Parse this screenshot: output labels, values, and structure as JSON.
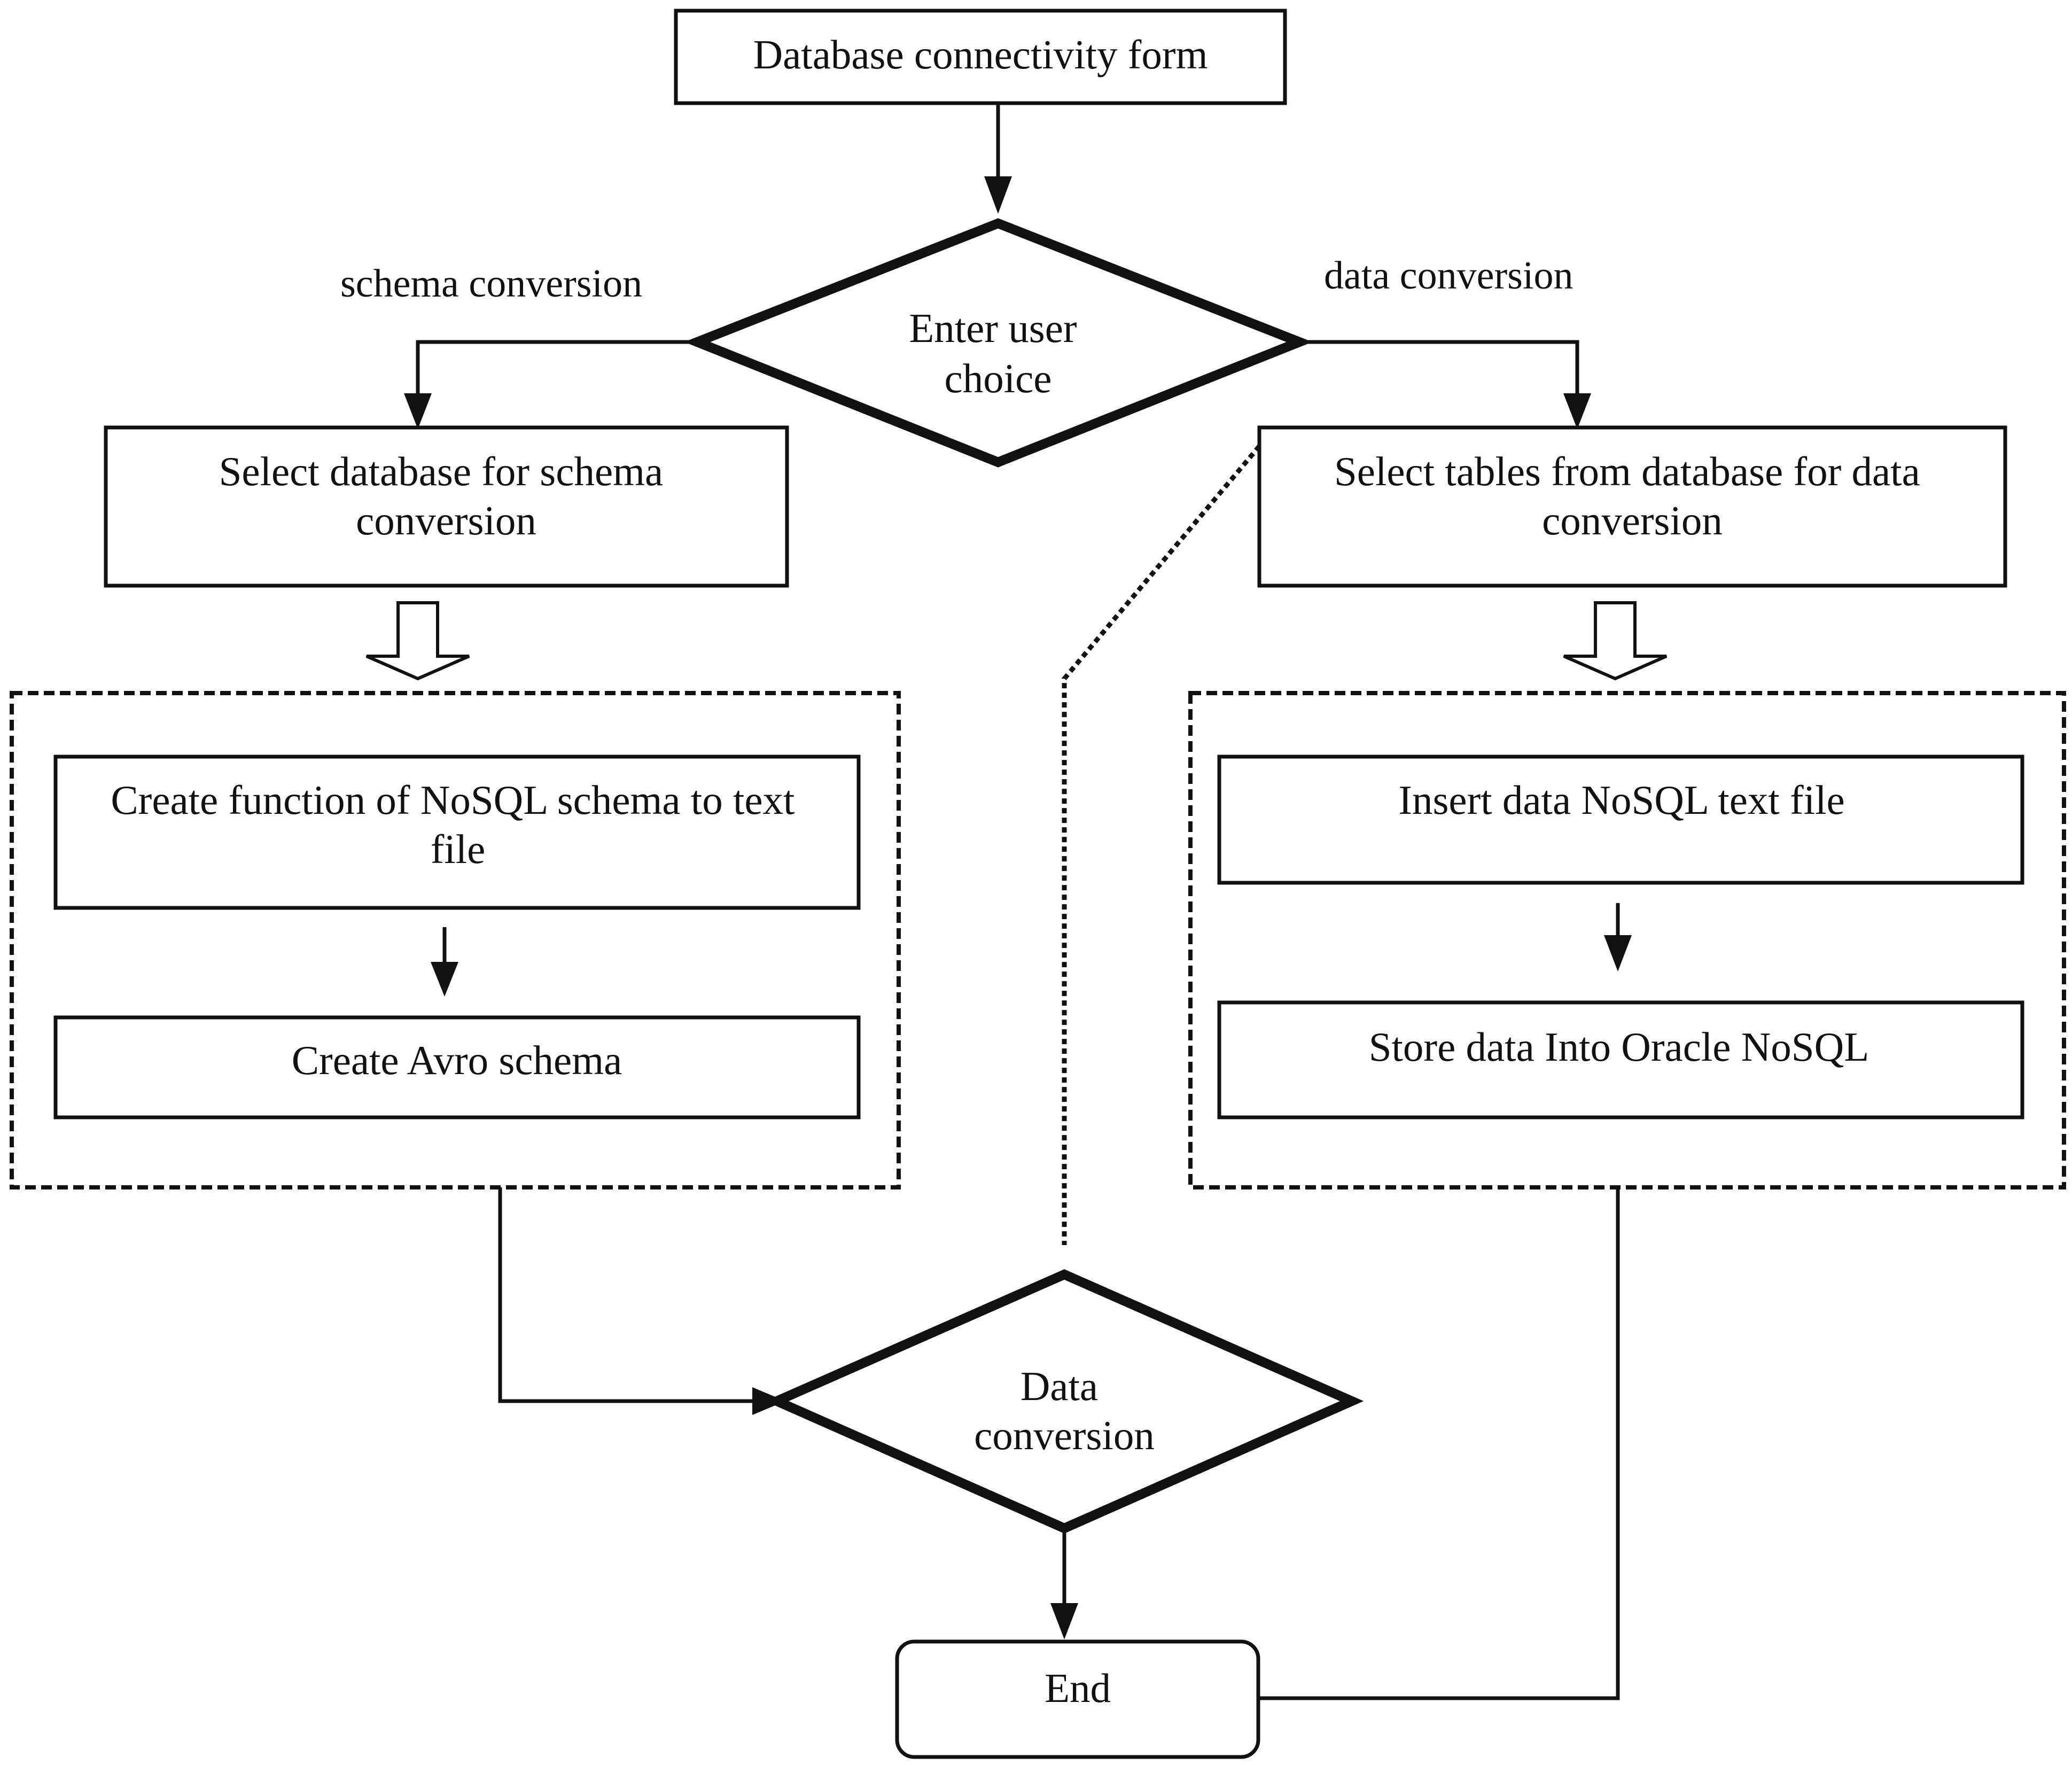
{
  "diagram": {
    "nodes": {
      "start": {
        "lines": [
          "Database connectivity form"
        ]
      },
      "choice": {
        "lines": [
          "Enter user",
          "choice"
        ]
      },
      "select_db": {
        "lines": [
          "Select database for schema",
          "conversion"
        ]
      },
      "select_tables": {
        "lines": [
          "Select tables from database for data",
          "conversion"
        ]
      },
      "create_function": {
        "lines": [
          "Create function of NoSQL schema to text",
          "file"
        ]
      },
      "create_avro": {
        "lines": [
          "Create Avro schema"
        ]
      },
      "insert_data": {
        "lines": [
          "Insert data NoSQL text file"
        ]
      },
      "store_data": {
        "lines": [
          "Store data Into Oracle NoSQL"
        ]
      },
      "data_conversion": {
        "lines": [
          "Data",
          "conversion"
        ]
      },
      "end": {
        "lines": [
          "End"
        ]
      }
    },
    "edge_labels": {
      "schema_branch": "schema conversion",
      "data_branch": "data conversion"
    },
    "colors": {
      "stroke": "#111111",
      "text": "#111111",
      "background": "#ffffff"
    }
  }
}
